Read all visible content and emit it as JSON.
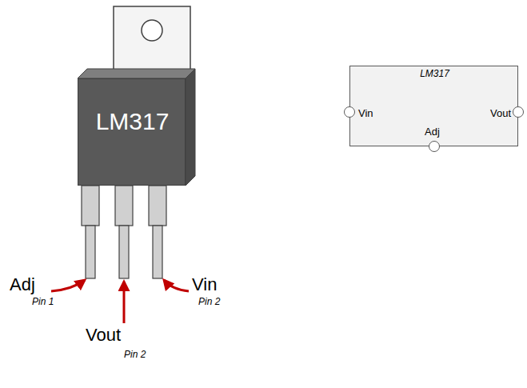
{
  "diagram": {
    "nodes": [
      {
        "text": [
          "LM317"
        ]
      },
      {
        "text": [
          "LM317",
          "Vin",
          "Vout",
          "Adj"
        ]
      }
    ],
    "labels": [
      "Adj",
      "Pin 1",
      "Vout",
      "Pin 2",
      "Vin",
      "Pin 2"
    ]
  }
}
